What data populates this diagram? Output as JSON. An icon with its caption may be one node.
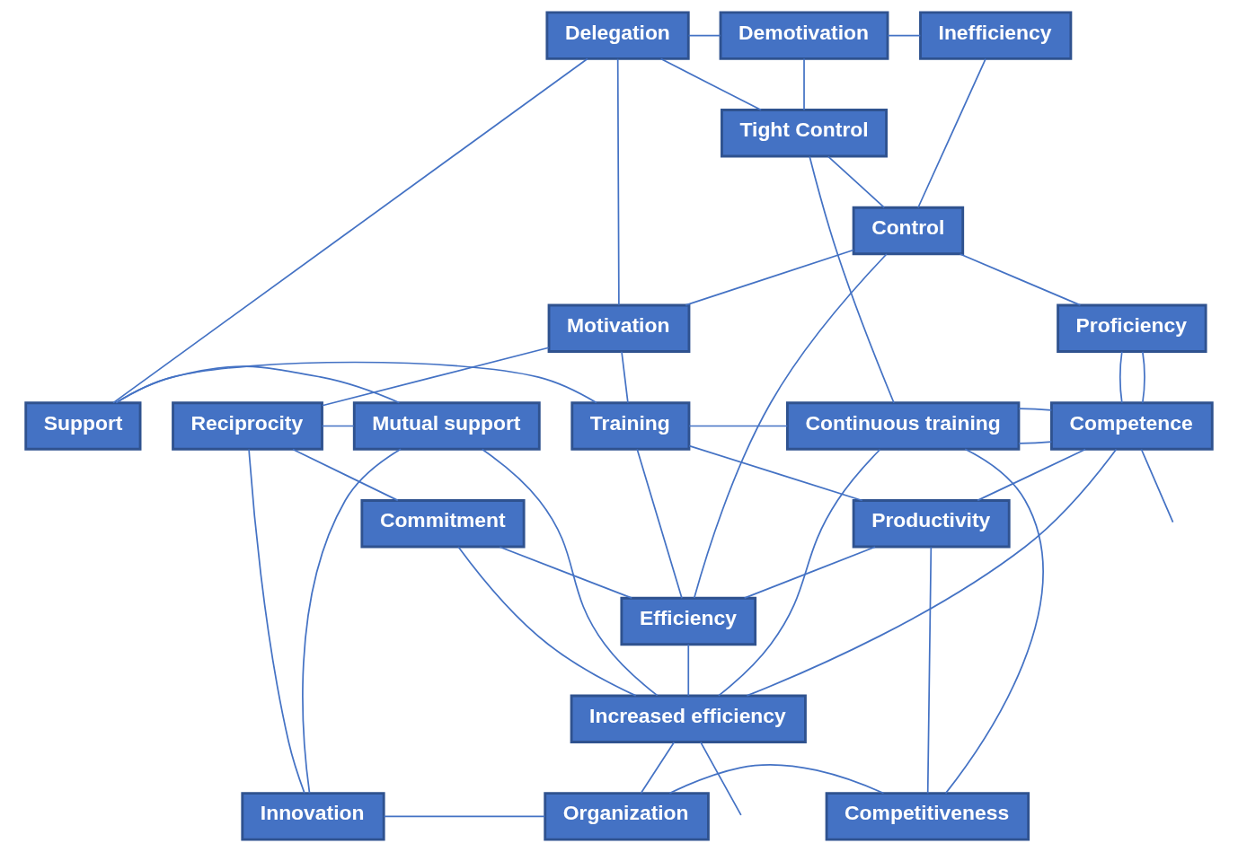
{
  "diagram": {
    "nodes": [
      {
        "text": [
          "Delegation"
        ]
      },
      {
        "text": [
          "Demotivation"
        ]
      },
      {
        "text": [
          "Inefficiency"
        ]
      },
      {
        "text": [
          "Tight Control"
        ]
      },
      {
        "text": [
          "Control"
        ]
      },
      {
        "text": [
          "Motivation"
        ]
      },
      {
        "text": [
          "Proficiency"
        ]
      },
      {
        "text": [
          "Reciprocity"
        ]
      },
      {
        "text": [
          "Mutual support"
        ]
      },
      {
        "text": [
          "Support"
        ]
      },
      {
        "text": [
          "Training"
        ]
      },
      {
        "text": [
          "Continuous training"
        ]
      },
      {
        "text": [
          "Competence"
        ]
      },
      {
        "text": [
          "Commitment"
        ]
      },
      {
        "text": [
          "Productivity"
        ]
      },
      {
        "text": [
          "Efficiency"
        ]
      },
      {
        "text": [
          "Increased efficiency"
        ]
      },
      {
        "text": [
          "Innovation"
        ]
      },
      {
        "text": [
          "Organization"
        ]
      },
      {
        "text": [
          "Competitiveness"
        ]
      }
    ],
    "edges": [
      {
        "from": 0,
        "to": 1,
        "arrow": "none"
      },
      {
        "from": 1,
        "to": 2,
        "arrow": "none"
      },
      {
        "from": 1,
        "to": 3,
        "arrow": "none"
      },
      {
        "from": 0,
        "to": 3,
        "arrow": "none"
      },
      {
        "from": 0,
        "to": 9,
        "arrow": "none"
      },
      {
        "from": 0,
        "to": 5,
        "arrow": "none"
      },
      {
        "from": 2,
        "to": 4,
        "arrow": "none"
      },
      {
        "from": 3,
        "to": 4,
        "arrow": "none"
      },
      {
        "from": 3,
        "to": 11,
        "arrow": "none"
      },
      {
        "from": 5,
        "to": 4,
        "arrow": "none"
      },
      {
        "from": 4,
        "to": 6,
        "arrow": "none"
      },
      {
        "from": 5,
        "to": 10,
        "arrow": "none"
      },
      {
        "from": 5,
        "to": 7,
        "arrow": "none"
      },
      {
        "from": 4,
        "to": 15,
        "arrow": "none"
      },
      {
        "from": 7,
        "to": 8,
        "arrow": "none"
      },
      {
        "from": 8,
        "to": 9,
        "arrow": "none"
      },
      {
        "from": 9,
        "to": 10,
        "arrow": "none"
      },
      {
        "from": 10,
        "to": 11,
        "arrow": "none"
      },
      {
        "from": 11,
        "to": 12,
        "arrow": "none"
      },
      {
        "from": 11,
        "to": 12,
        "arrow": "none"
      },
      {
        "from": 6,
        "to": 12,
        "arrow": "none"
      },
      {
        "from": 6,
        "to": 12,
        "arrow": "none"
      },
      {
        "from": 7,
        "to": 13,
        "arrow": "none"
      },
      {
        "from": 7,
        "to": 17,
        "arrow": "none"
      },
      {
        "from": 12,
        "to": 14,
        "arrow": "none"
      },
      {
        "from": 12,
        "to": null,
        "arrow": "none"
      },
      {
        "from": 10,
        "to": 14,
        "arrow": "none"
      },
      {
        "from": 10,
        "to": 15,
        "arrow": "none"
      },
      {
        "from": 11,
        "to": 16,
        "arrow": "none"
      },
      {
        "from": 11,
        "to": 19,
        "arrow": "none"
      },
      {
        "from": 12,
        "to": 16,
        "arrow": "none"
      },
      {
        "from": 14,
        "to": 15,
        "arrow": "none"
      },
      {
        "from": 14,
        "to": 19,
        "arrow": "none"
      },
      {
        "from": 13,
        "to": 15,
        "arrow": "none"
      },
      {
        "from": 13,
        "to": 16,
        "arrow": "none"
      },
      {
        "from": 8,
        "to": 17,
        "arrow": "none"
      },
      {
        "from": 8,
        "to": 16,
        "arrow": "none"
      },
      {
        "from": 16,
        "to": null,
        "arrow": "none"
      },
      {
        "from": 15,
        "to": 16,
        "arrow": "none"
      },
      {
        "from": 16,
        "to": 18,
        "arrow": "none"
      },
      {
        "from": 17,
        "to": 18,
        "arrow": "none"
      },
      {
        "from": 18,
        "to": 19,
        "arrow": "none"
      }
    ]
  }
}
